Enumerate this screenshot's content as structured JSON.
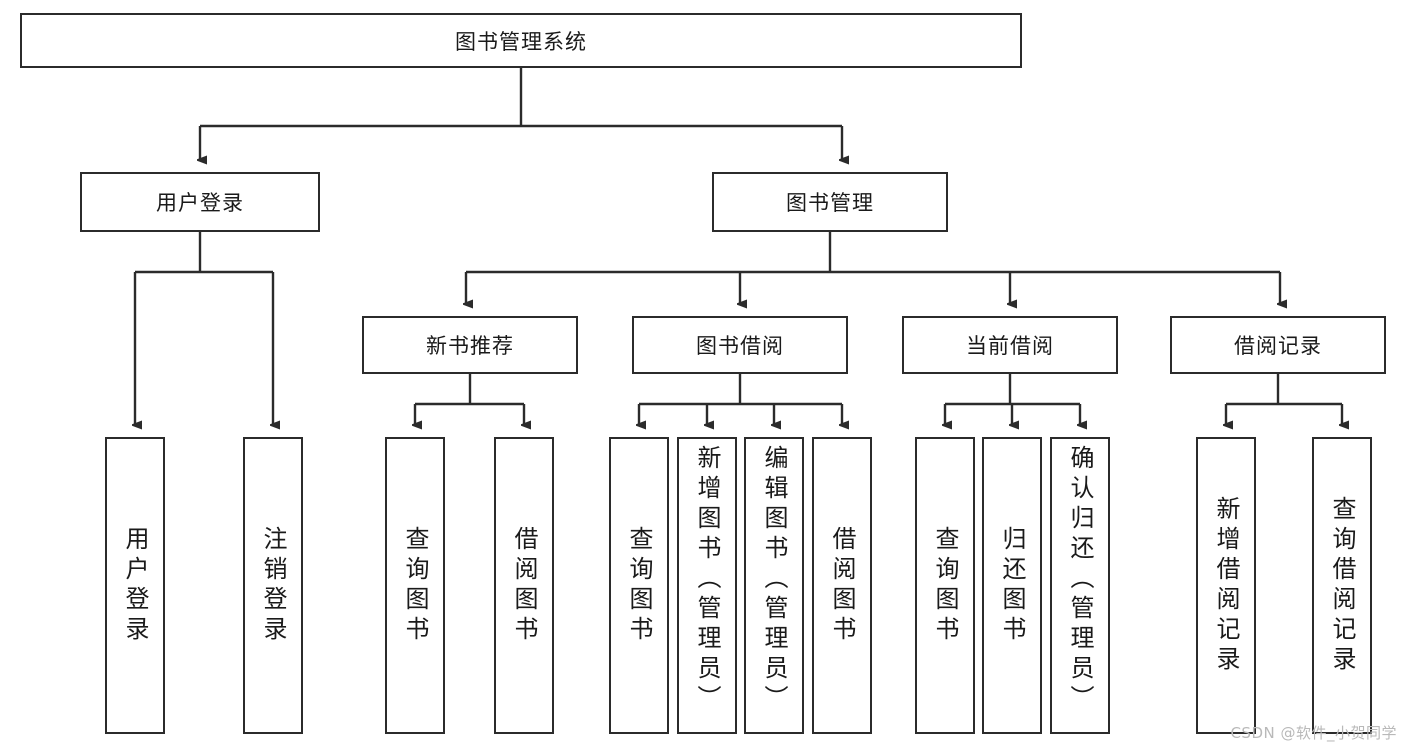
{
  "diagram": {
    "title": "图书管理系统",
    "type": "tree-hierarchy",
    "root": {
      "label": "图书管理系统"
    },
    "level2": [
      {
        "label": "用户登录"
      },
      {
        "label": "图书管理"
      }
    ],
    "level3": [
      {
        "label": "新书推荐"
      },
      {
        "label": "图书借阅"
      },
      {
        "label": "当前借阅"
      },
      {
        "label": "借阅记录"
      }
    ],
    "leaves": [
      {
        "label": "用户登录",
        "parent": "用户登录"
      },
      {
        "label": "注销登录",
        "parent": "用户登录"
      },
      {
        "label": "查询图书",
        "parent": "新书推荐"
      },
      {
        "label": "借阅图书",
        "parent": "新书推荐"
      },
      {
        "label": "查询图书",
        "parent": "图书借阅"
      },
      {
        "label": "新增图书（管理员）",
        "parent": "图书借阅"
      },
      {
        "label": "编辑图书（管理员）",
        "parent": "图书借阅"
      },
      {
        "label": "借阅图书",
        "parent": "图书借阅"
      },
      {
        "label": "查询图书",
        "parent": "当前借阅"
      },
      {
        "label": "归还图书",
        "parent": "当前借阅"
      },
      {
        "label": "确认归还（管理员）",
        "parent": "当前借阅"
      },
      {
        "label": "新增借阅记录",
        "parent": "借阅记录"
      },
      {
        "label": "查询借阅记录",
        "parent": "借阅记录"
      }
    ],
    "colors": {
      "stroke": "#2b2b2b",
      "fill": "#ffffff",
      "text": "#1a1a1a",
      "watermark": "#b9b9b9"
    }
  },
  "watermark": {
    "text": "CSDN @软件_小贺同学"
  }
}
